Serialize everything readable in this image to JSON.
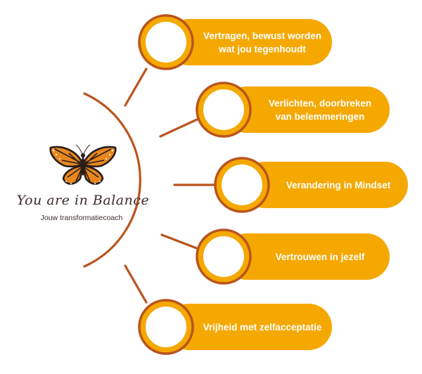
{
  "brand": {
    "name": "You are in Balance",
    "tagline": "Jouw transformatiecoach"
  },
  "colors": {
    "accent": "#F5A800",
    "ring": "#B9541E",
    "arc": "#B9541E",
    "circle_fill": "#FFFFFF",
    "text": "#FFFFFF",
    "butterfly_orange": "#E8871E",
    "butterfly_dark": "#2A1E1A"
  },
  "items": [
    {
      "lines": [
        "Vertragen, bewust worden",
        "wat jou tegenhoudt"
      ]
    },
    {
      "lines": [
        "Verlichten, doorbreken",
        "van belemmeringen"
      ]
    },
    {
      "lines": [
        "Verandering in Mindset"
      ]
    },
    {
      "lines": [
        "Vertrouwen in jezelf"
      ]
    },
    {
      "lines": [
        "Vrijheid met zelfacceptatie"
      ]
    }
  ]
}
